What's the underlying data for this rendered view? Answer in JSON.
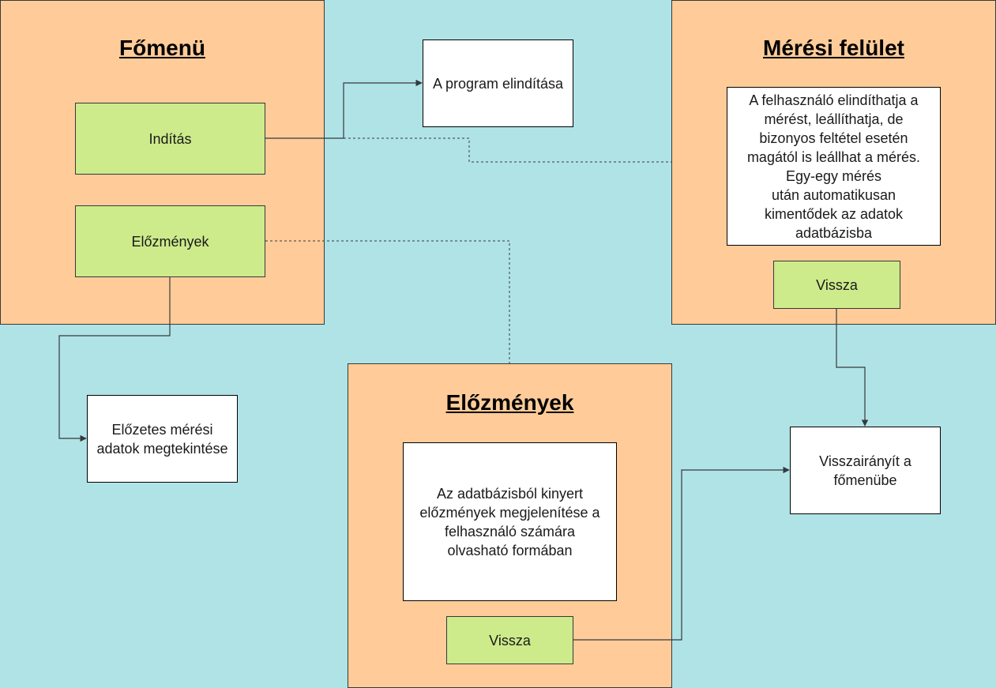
{
  "panels": {
    "fomenu": {
      "title": "Főmenü",
      "btn_start": "Indítás",
      "btn_history": "Előzmények"
    },
    "meresi": {
      "title": "Mérési felület",
      "desc": "A felhasználó elindíthatja a\nmérést, leállíthatja, de\nbizonyos feltétel esetén\nmagától is leállhat a mérés.\nEgy-egy mérés\nután automatikusan\nkimentődek az adatok\nadatbázisba",
      "btn_back": "Vissza"
    },
    "elozmenyek": {
      "title": "Előzmények",
      "desc": "Az adatbázisból kinyert\nelőzmények megjelenítése a\nfelhasználó számára\nolvasható formában",
      "btn_back": "Vissza"
    }
  },
  "notes": {
    "start_program": "A program elindítása",
    "prev_data": "Előzetes mérési\nadatok megtekintése",
    "redirect": "Visszairányít a\nfőmenübe"
  },
  "colors": {
    "background": "#b0e3e6",
    "panel": "#ffcc99",
    "button": "#cdeb8b",
    "note": "#ffffff",
    "edge": "#36393d"
  }
}
